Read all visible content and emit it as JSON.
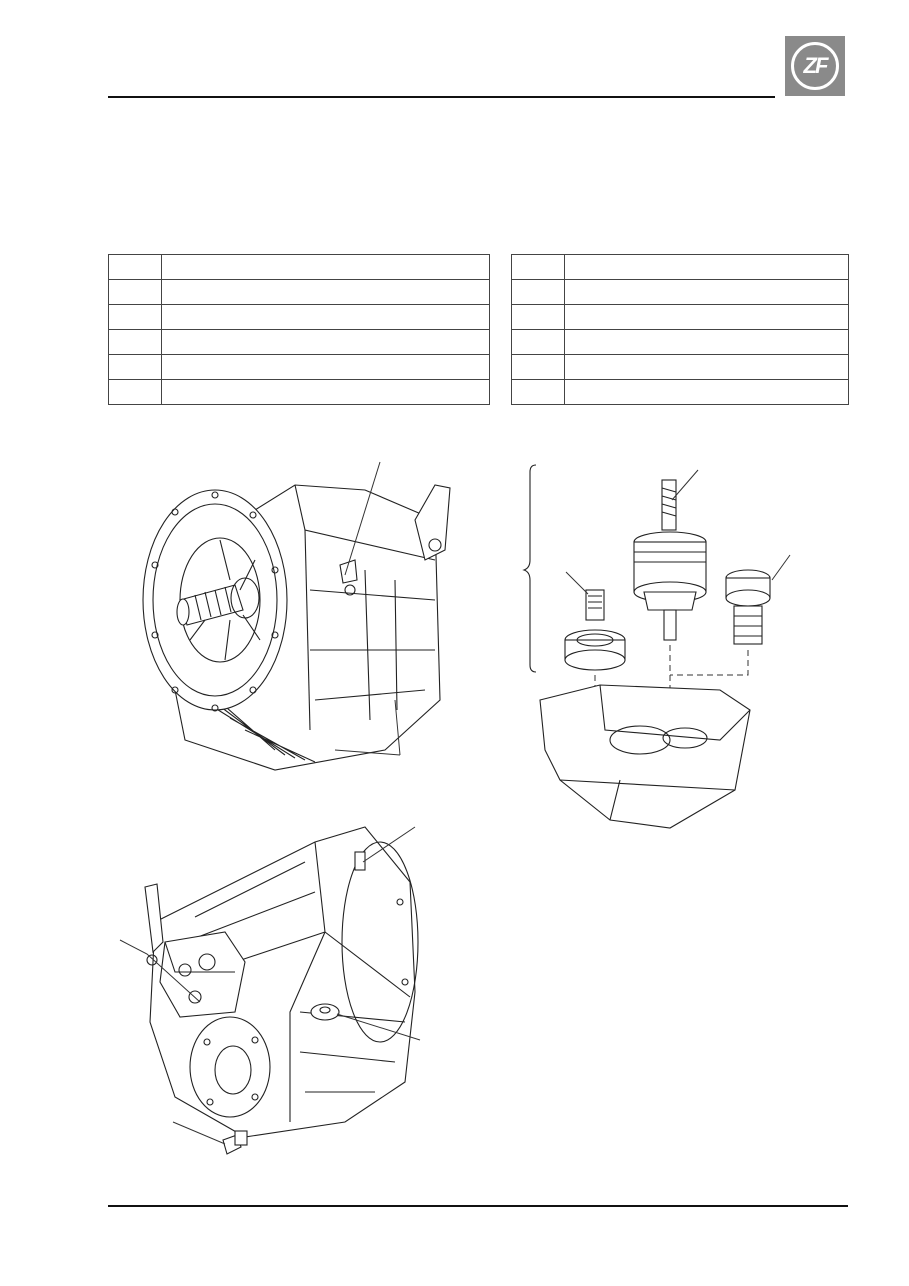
{
  "header": {
    "logo_text": "ZF",
    "brand_color": "#8a8a8a"
  },
  "legend_left": {
    "rows": [
      {
        "num": "",
        "text": ""
      },
      {
        "num": "",
        "text": ""
      },
      {
        "num": "",
        "text": ""
      },
      {
        "num": "",
        "text": ""
      },
      {
        "num": "",
        "text": ""
      },
      {
        "num": "",
        "text": ""
      }
    ]
  },
  "legend_right": {
    "rows": [
      {
        "num": "",
        "text": ""
      },
      {
        "num": "",
        "text": ""
      },
      {
        "num": "",
        "text": ""
      },
      {
        "num": "",
        "text": ""
      },
      {
        "num": "",
        "text": ""
      },
      {
        "num": "",
        "text": ""
      }
    ]
  },
  "figures": [
    {
      "id": "transmission-front-view",
      "callouts": [
        "",
        ""
      ]
    },
    {
      "id": "gear-shafts-exploded",
      "callouts": [
        "",
        "",
        ""
      ]
    },
    {
      "id": "transmission-rear-view",
      "callouts": [
        "",
        "",
        "",
        ""
      ]
    }
  ]
}
